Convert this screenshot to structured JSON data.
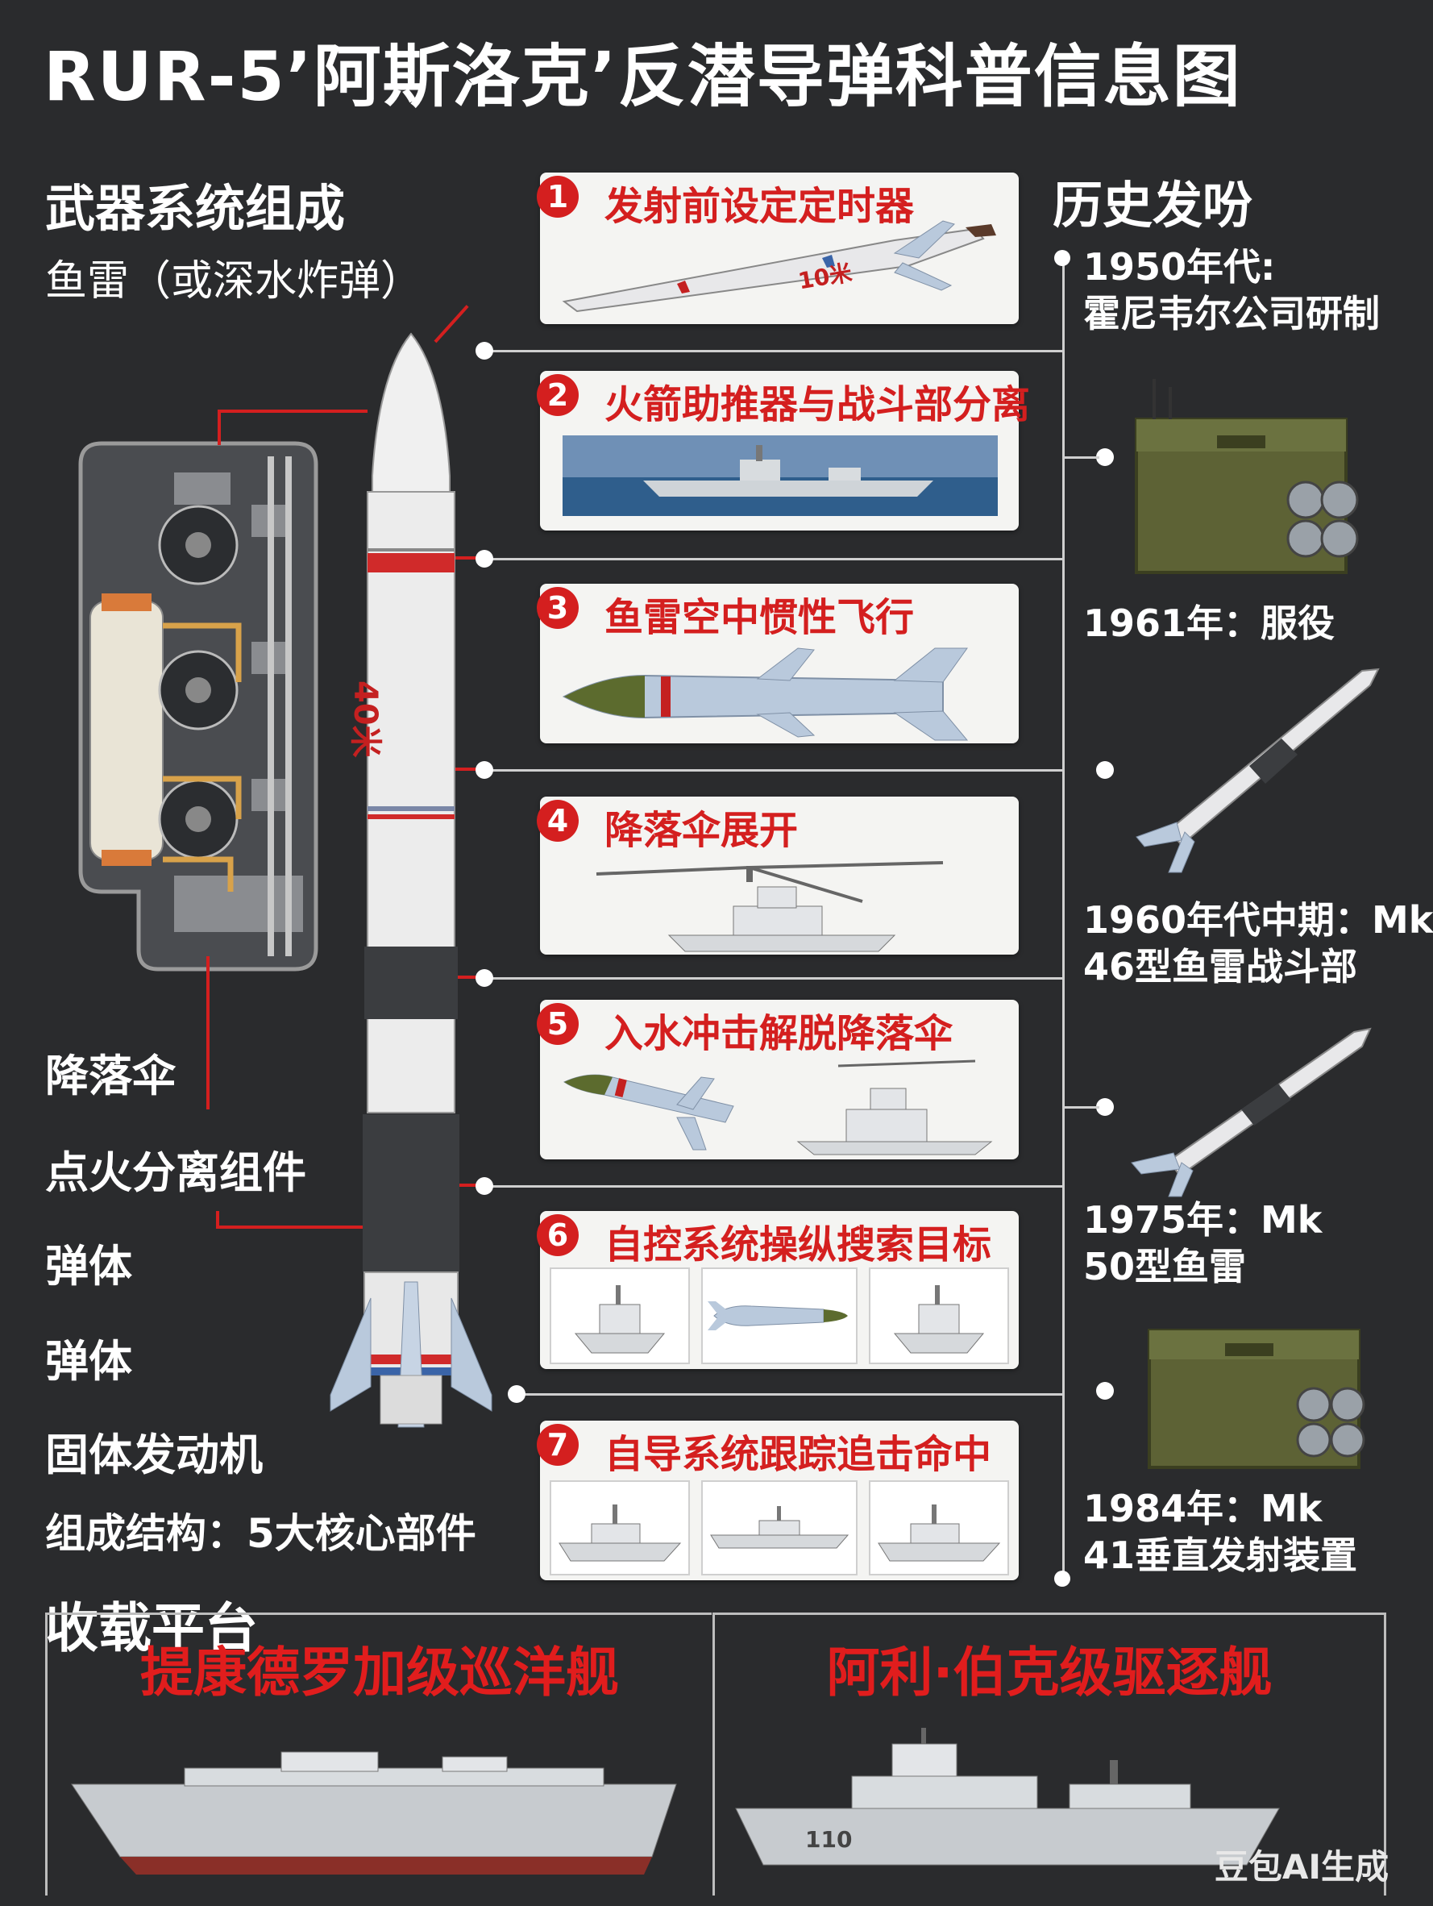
{
  "title": "RUR-5’阿斯洛克’反潜导弹科普信息图",
  "system": {
    "heading": "武器系统组成",
    "subheading": "鱼雷（或深水炸弹）",
    "labels": [
      "降落伞",
      "点火分离组件",
      "弹体",
      "弹体",
      "固体发动机",
      "组成结构：5大核心部件"
    ],
    "missile_marking": "40米"
  },
  "steps": [
    {
      "num": "1",
      "title": "发射前设定定时器",
      "marking": "10米"
    },
    {
      "num": "2",
      "title": "火箭助推器与战斗部分离"
    },
    {
      "num": "3",
      "title": "鱼雷空中惯性飞行"
    },
    {
      "num": "4",
      "title": "降落伞展开"
    },
    {
      "num": "5",
      "title": "入水冲击解脱降落伞"
    },
    {
      "num": "6",
      "title": "自控系统操纵搜索目标"
    },
    {
      "num": "7",
      "title": "自导系统跟踪追击命中"
    }
  ],
  "history": {
    "heading": "历史发吩",
    "items": [
      {
        "line1": "1950年代:",
        "line2": "霍尼韦尔公司研制"
      },
      {
        "line1": "1961年：服役",
        "line2": ""
      },
      {
        "line1": "1960年代中期：Mk",
        "line2": "46型鱼雷战斗部"
      },
      {
        "line1": "1975年：Mk",
        "line2": "50型鱼雷"
      },
      {
        "line1": "1984年：Mk",
        "line2": "41垂直发射装置"
      }
    ]
  },
  "platforms": {
    "heading": "收载平台",
    "left": "提康德罗加级巡洋舰",
    "right": "阿利·伯克级驱逐舰",
    "hull_number": "110"
  },
  "watermark": "豆包AI生成",
  "colors": {
    "accent": "#d41f1f",
    "background": "#2a2b2d",
    "card": "#f4f4f2"
  }
}
